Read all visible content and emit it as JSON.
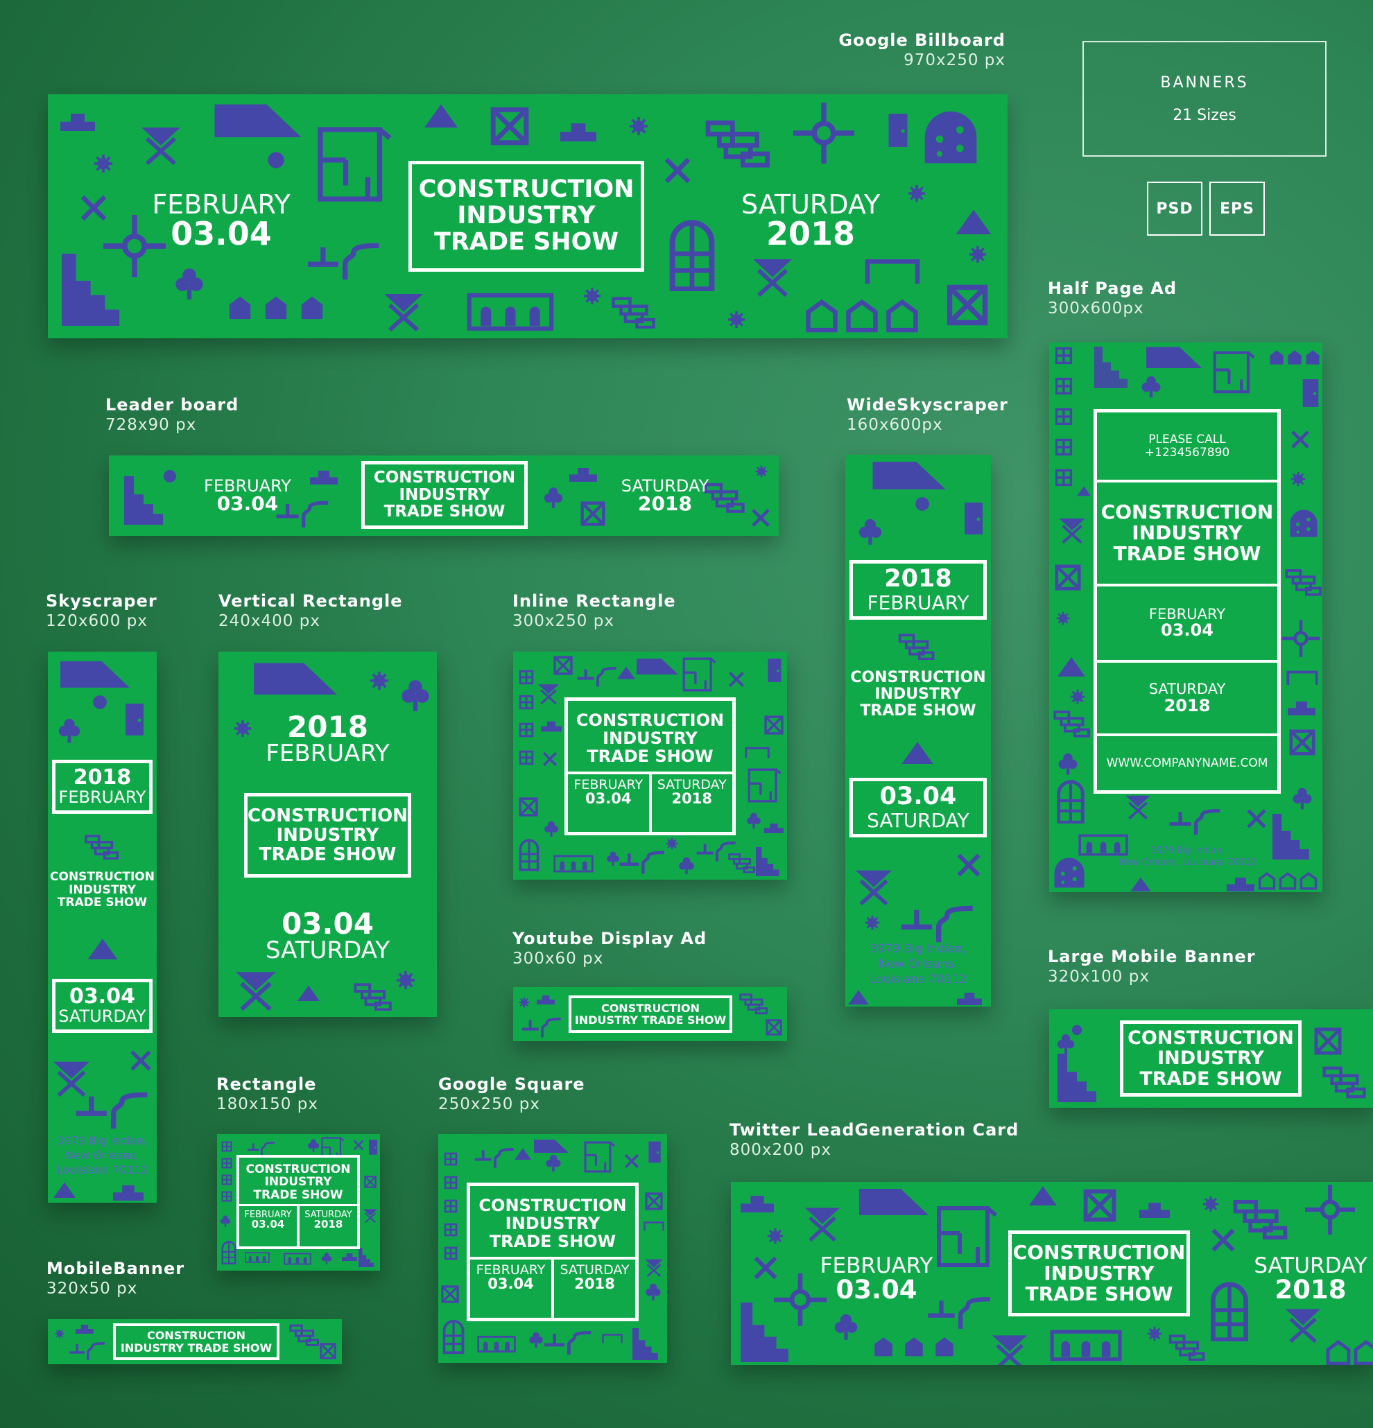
{
  "event": {
    "title_line1": "CONSTRUCTION",
    "title_line2": "INDUSTRY",
    "title_line3": "TRADE SHOW",
    "title_inline": "INDUSTRY TRADE SHOW",
    "month": "FEBRUARY",
    "date": "03.04",
    "weekday": "SATURDAY",
    "year": "2018",
    "phone_label": "PLEASE CALL",
    "phone": "+1234567890",
    "website": "WWW.COMPANYNAME.COM",
    "address_line1": "3979 Big Indian,",
    "address_line2": "New Orleans,",
    "address_line3": "Louisiana 70112",
    "address_line2b": "New Orleans, Louisiana 70112"
  },
  "info": {
    "heading": "BANNERS",
    "count": "21 Sizes",
    "formats": [
      "PSD",
      "EPS"
    ]
  },
  "labels": {
    "google_billboard": {
      "name": "Google Billboard",
      "size": "970x250 px"
    },
    "leaderboard": {
      "name": "Leader board",
      "size": "728x90 px"
    },
    "wide_skyscraper": {
      "name": "WideSkyscraper",
      "size": "160x600px"
    },
    "half_page": {
      "name": "Half Page Ad",
      "size": "300x600px"
    },
    "skyscraper": {
      "name": "Skyscraper",
      "size": "120x600 px"
    },
    "vertical_rectangle": {
      "name": "Vertical Rectangle",
      "size": "240x400 px"
    },
    "inline_rectangle": {
      "name": "Inline Rectangle",
      "size": "300x250 px"
    },
    "youtube": {
      "name": "Youtube Display Ad",
      "size": "300x60 px"
    },
    "large_mobile": {
      "name": "Large Mobile Banner",
      "size": "320x100 px"
    },
    "rectangle": {
      "name": "Rectangle",
      "size": "180x150 px"
    },
    "google_square": {
      "name": "Google Square",
      "size": "250x250 px"
    },
    "twitter": {
      "name": "Twitter LeadGeneration Card",
      "size": "800x200 px"
    },
    "mobile_banner": {
      "name": "MobileBanner",
      "size": "320x50 px"
    }
  },
  "colors": {
    "banner_green": "#10a94a",
    "icon_purple": "#4547a8",
    "background": "#2f8757"
  }
}
